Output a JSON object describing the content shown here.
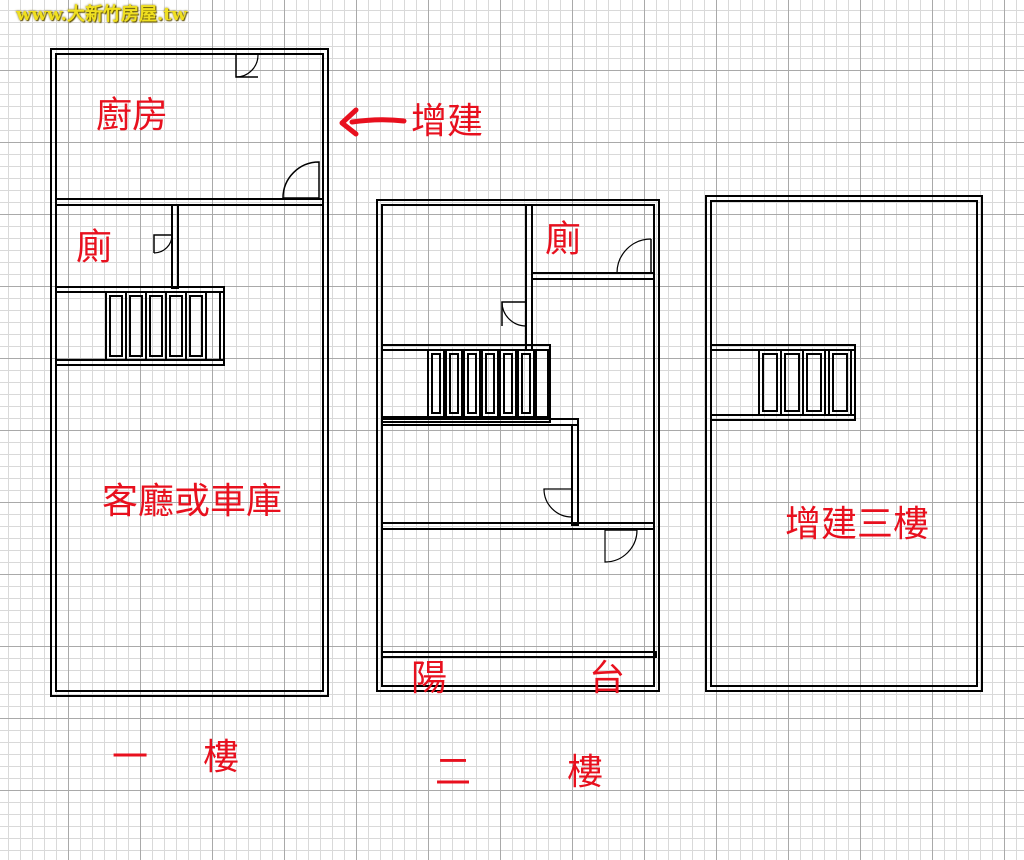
{
  "watermark": "www.大新竹房屋.tw",
  "colors": {
    "label": "#e8101e",
    "wall": "#000000",
    "watermark": "#f0e020",
    "grid_major": "#a9a9a9",
    "grid_minor": "#d9d9d9"
  },
  "floor1": {
    "kitchen": "廚房",
    "annex_label": "增建",
    "toilet": "廁",
    "living": "客廳或車庫",
    "caption_a": "一",
    "caption_b": "樓"
  },
  "floor2": {
    "toilet": "廁",
    "balcony_a": "陽",
    "balcony_b": "台",
    "caption_a": "二",
    "caption_b": "樓"
  },
  "floor3": {
    "label": "增建三樓"
  },
  "icons": {
    "annex_pointer": "arrow-left-icon",
    "doors": "door-swing-icon",
    "stairs": "staircase-icon"
  }
}
